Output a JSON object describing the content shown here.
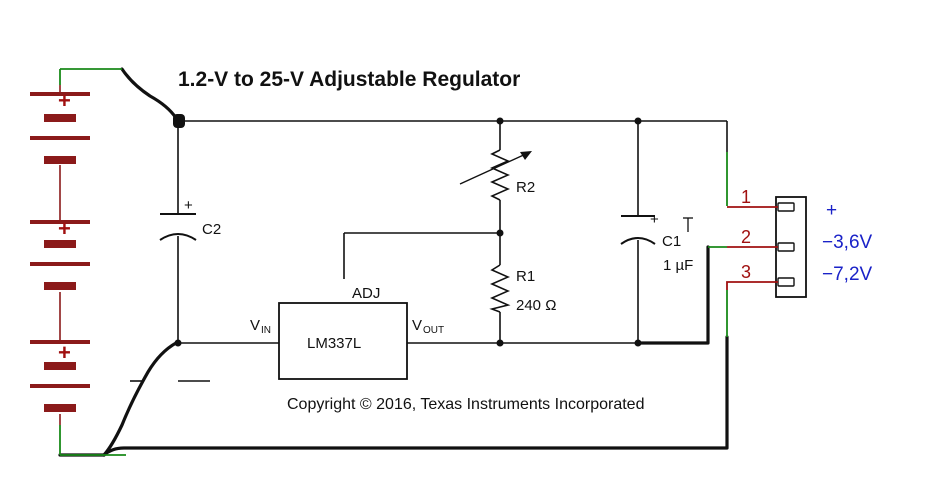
{
  "title": "1.2-V to 25-V Adjustable Regulator",
  "components": {
    "c2": {
      "name": "C2",
      "polarity": "+"
    },
    "r2": {
      "name": "R2"
    },
    "r1": {
      "name": "R1",
      "value": "240 Ω"
    },
    "c1": {
      "name": "C1",
      "value": "1 µF",
      "polarity": "+"
    },
    "ic": {
      "name": "LM337L",
      "adj": "ADJ",
      "vin": "V",
      "vin_sub": "IN",
      "vout": "V",
      "vout_sub": "OUT"
    }
  },
  "copyright": "Copyright © 2016, Texas Instruments Incorporated",
  "connector": {
    "pins": [
      "1",
      "2",
      "3"
    ],
    "labels": [
      "+",
      "−3,6V",
      "−7,2V"
    ]
  },
  "battery": {
    "plus_signs": [
      "+",
      "+",
      "+"
    ]
  },
  "colors": {
    "wire": "#111111",
    "battery_plate": "#8b1a1a",
    "pin_wire": "#a01010",
    "green_wire": "#1a8a1a",
    "blue_label": "#1a22c8"
  }
}
